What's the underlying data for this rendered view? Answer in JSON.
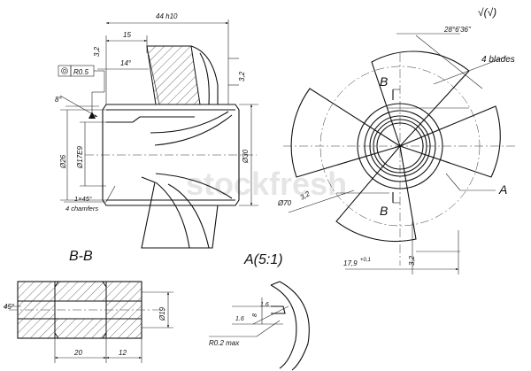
{
  "side_view": {
    "dim_length": "44 h10",
    "dim_15": "15",
    "dim_roughness_top": "3,2",
    "dim_roughness_right": "3,2",
    "dim_14deg": "14°",
    "flatness_tol": "R0.5",
    "dim_8deg": "8°",
    "dim_d26": "Ø26",
    "dim_d17": "Ø17E9",
    "dim_d30": "Ø30",
    "chamfer_line1": "1×45°",
    "chamfer_line2": "4 chamfers"
  },
  "roughness_symbol": "√(√)",
  "front_view": {
    "angle": "28°6'36\"",
    "blades_note": "4 blades",
    "section_b_top": "B",
    "section_b_bottom": "B",
    "view_a": "A",
    "dim_d70": "Ø70",
    "roughness_left": "3,2",
    "dim_offset": "17,9",
    "dim_offset_tol": "+0,1",
    "roughness_bottom": "3,2"
  },
  "section_bb": {
    "title": "B-B",
    "dim_45deg": "45°",
    "dim_d19": "Ø19",
    "dim_20": "20",
    "dim_12": "12"
  },
  "detail_a": {
    "title": "A(5:1)",
    "dim_1_6_top": "1.6",
    "dim_8": "8",
    "dim_1_6_left": "1.6",
    "radius_note": "R0.2 max"
  },
  "watermark": "stockfresh"
}
